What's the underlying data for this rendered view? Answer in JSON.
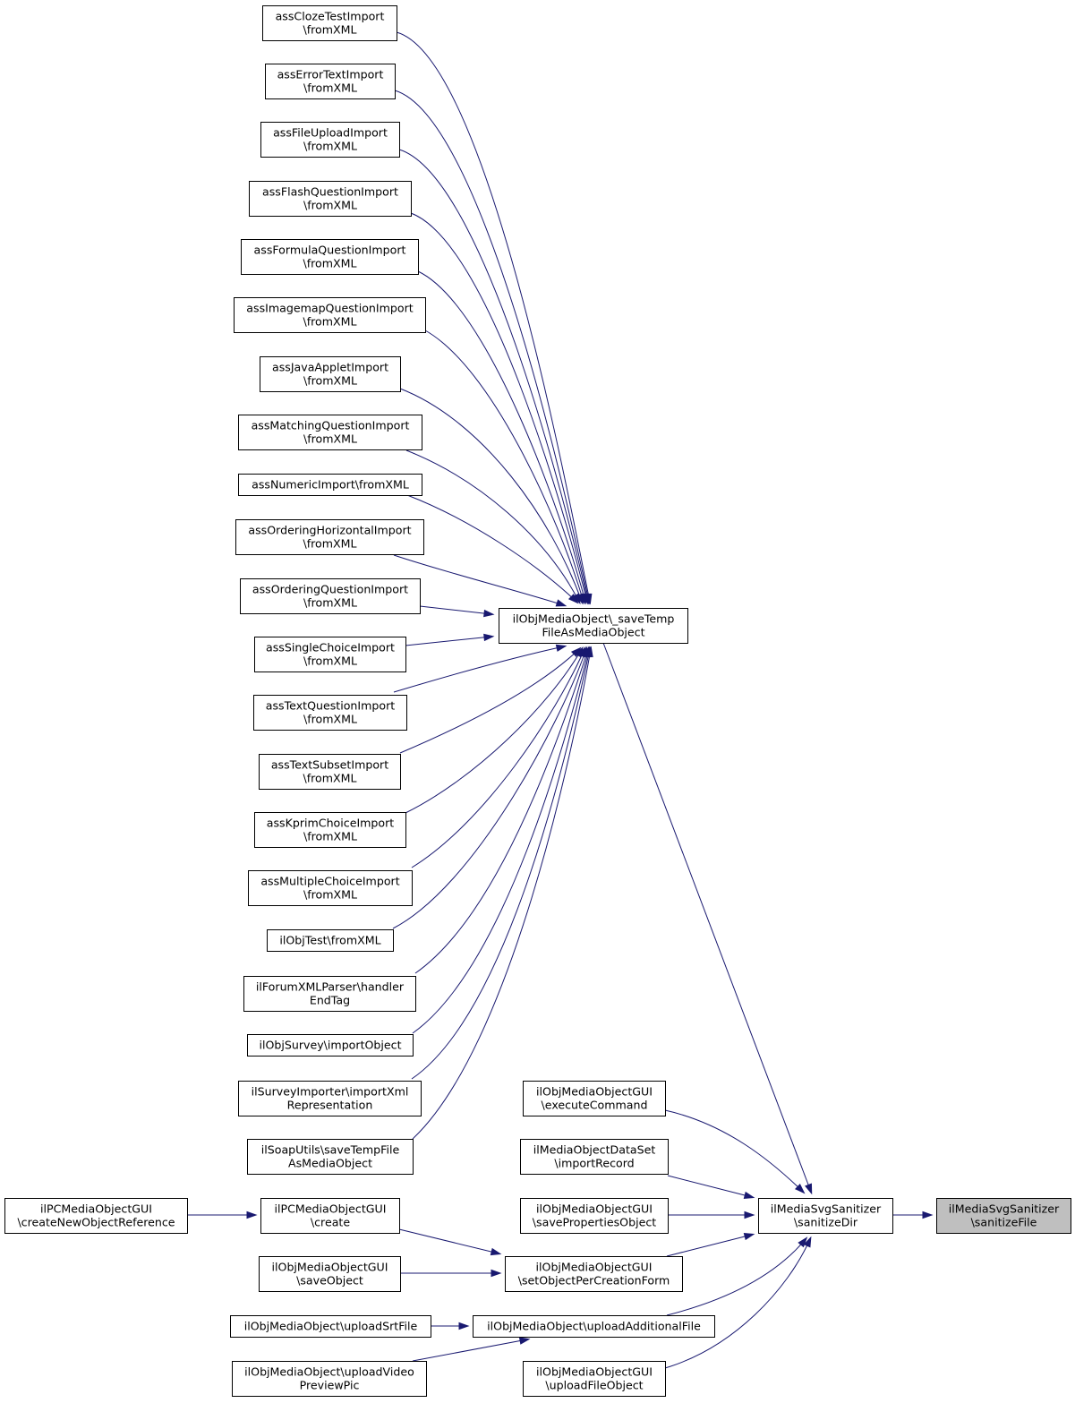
{
  "nodes": [
    {
      "id": "n_cloze",
      "lines": [
        "assClozeTestImport",
        "\\fromXML"
      ]
    },
    {
      "id": "n_errortext",
      "lines": [
        "assErrorTextImport",
        "\\fromXML"
      ]
    },
    {
      "id": "n_fileupload",
      "lines": [
        "assFileUploadImport",
        "\\fromXML"
      ]
    },
    {
      "id": "n_flash",
      "lines": [
        "assFlashQuestionImport",
        "\\fromXML"
      ]
    },
    {
      "id": "n_formula",
      "lines": [
        "assFormulaQuestionImport",
        "\\fromXML"
      ]
    },
    {
      "id": "n_imagemap",
      "lines": [
        "assImagemapQuestionImport",
        "\\fromXML"
      ]
    },
    {
      "id": "n_javaapplet",
      "lines": [
        "assJavaAppletImport",
        "\\fromXML"
      ]
    },
    {
      "id": "n_matching",
      "lines": [
        "assMatchingQuestionImport",
        "\\fromXML"
      ]
    },
    {
      "id": "n_numeric",
      "lines": [
        "assNumericImport\\fromXML"
      ]
    },
    {
      "id": "n_orderinghoriz",
      "lines": [
        "assOrderingHorizontalImport",
        "\\fromXML"
      ]
    },
    {
      "id": "n_ordering",
      "lines": [
        "assOrderingQuestionImport",
        "\\fromXML"
      ]
    },
    {
      "id": "n_singlechoice",
      "lines": [
        "assSingleChoiceImport",
        "\\fromXML"
      ]
    },
    {
      "id": "n_textquestion",
      "lines": [
        "assTextQuestionImport",
        "\\fromXML"
      ]
    },
    {
      "id": "n_textsubset",
      "lines": [
        "assTextSubsetImport",
        "\\fromXML"
      ]
    },
    {
      "id": "n_kprim",
      "lines": [
        "assKprimChoiceImport",
        "\\fromXML"
      ]
    },
    {
      "id": "n_multiplechoice",
      "lines": [
        "assMultipleChoiceImport",
        "\\fromXML"
      ]
    },
    {
      "id": "n_objtest",
      "lines": [
        "ilObjTest\\fromXML"
      ]
    },
    {
      "id": "n_forum",
      "lines": [
        "ilForumXMLParser\\handler",
        "EndTag"
      ]
    },
    {
      "id": "n_survey",
      "lines": [
        "ilObjSurvey\\importObject"
      ]
    },
    {
      "id": "n_surveyimporter",
      "lines": [
        "ilSurveyImporter\\importXml",
        "Representation"
      ]
    },
    {
      "id": "n_soap",
      "lines": [
        "ilSoapUtils\\saveTempFile",
        "AsMediaObject"
      ]
    },
    {
      "id": "n_savetemp",
      "lines": [
        "ilObjMediaObject\\_saveTemp",
        "FileAsMediaObject"
      ]
    },
    {
      "id": "n_executecmd",
      "lines": [
        "ilObjMediaObjectGUI",
        "\\executeCommand"
      ]
    },
    {
      "id": "n_importrecord",
      "lines": [
        "ilMediaObjectDataSet",
        "\\importRecord"
      ]
    },
    {
      "id": "n_saveprops",
      "lines": [
        "ilObjMediaObjectGUI",
        "\\savePropertiesObject"
      ]
    },
    {
      "id": "n_setperform",
      "lines": [
        "ilObjMediaObjectGUI",
        "\\setObjectPerCreationForm"
      ]
    },
    {
      "id": "n_uploadadditional",
      "lines": [
        "ilObjMediaObject\\uploadAdditionalFile"
      ]
    },
    {
      "id": "n_uploadfileobj",
      "lines": [
        "ilObjMediaObjectGUI",
        "\\uploadFileObject"
      ]
    },
    {
      "id": "n_pccreatenewref",
      "lines": [
        "ilPCMediaObjectGUI",
        "\\createNewObjectReference"
      ]
    },
    {
      "id": "n_pccreate",
      "lines": [
        "ilPCMediaObjectGUI",
        "\\create"
      ]
    },
    {
      "id": "n_saveobject",
      "lines": [
        "ilObjMediaObjectGUI",
        "\\saveObject"
      ]
    },
    {
      "id": "n_uploadsrt",
      "lines": [
        "ilObjMediaObject\\uploadSrtFile"
      ]
    },
    {
      "id": "n_uploadvideo",
      "lines": [
        "ilObjMediaObject\\uploadVideo",
        "PreviewPic"
      ]
    },
    {
      "id": "n_sanitizedir",
      "lines": [
        "ilMediaSvgSanitizer",
        "\\sanitizeDir"
      ]
    },
    {
      "id": "n_sanitizefile",
      "lines": [
        "ilMediaSvgSanitizer",
        "\\sanitizeFile"
      ],
      "focus": true
    }
  ],
  "edges": [
    {
      "from": "n_cloze",
      "to": "n_savetemp"
    },
    {
      "from": "n_errortext",
      "to": "n_savetemp"
    },
    {
      "from": "n_fileupload",
      "to": "n_savetemp"
    },
    {
      "from": "n_flash",
      "to": "n_savetemp"
    },
    {
      "from": "n_formula",
      "to": "n_savetemp"
    },
    {
      "from": "n_imagemap",
      "to": "n_savetemp"
    },
    {
      "from": "n_javaapplet",
      "to": "n_savetemp"
    },
    {
      "from": "n_matching",
      "to": "n_savetemp"
    },
    {
      "from": "n_numeric",
      "to": "n_savetemp"
    },
    {
      "from": "n_orderinghoriz",
      "to": "n_savetemp"
    },
    {
      "from": "n_ordering",
      "to": "n_savetemp"
    },
    {
      "from": "n_singlechoice",
      "to": "n_savetemp"
    },
    {
      "from": "n_textquestion",
      "to": "n_savetemp"
    },
    {
      "from": "n_textsubset",
      "to": "n_savetemp"
    },
    {
      "from": "n_kprim",
      "to": "n_savetemp"
    },
    {
      "from": "n_multiplechoice",
      "to": "n_savetemp"
    },
    {
      "from": "n_objtest",
      "to": "n_savetemp"
    },
    {
      "from": "n_forum",
      "to": "n_savetemp"
    },
    {
      "from": "n_survey",
      "to": "n_savetemp"
    },
    {
      "from": "n_surveyimporter",
      "to": "n_savetemp"
    },
    {
      "from": "n_soap",
      "to": "n_savetemp"
    },
    {
      "from": "n_savetemp",
      "to": "n_sanitizedir"
    },
    {
      "from": "n_executecmd",
      "to": "n_sanitizedir"
    },
    {
      "from": "n_importrecord",
      "to": "n_sanitizedir"
    },
    {
      "from": "n_saveprops",
      "to": "n_sanitizedir"
    },
    {
      "from": "n_setperform",
      "to": "n_sanitizedir"
    },
    {
      "from": "n_uploadadditional",
      "to": "n_sanitizedir"
    },
    {
      "from": "n_uploadfileobj",
      "to": "n_sanitizedir"
    },
    {
      "from": "n_pccreatenewref",
      "to": "n_pccreate"
    },
    {
      "from": "n_pccreate",
      "to": "n_setperform"
    },
    {
      "from": "n_saveobject",
      "to": "n_setperform"
    },
    {
      "from": "n_uploadsrt",
      "to": "n_uploadadditional"
    },
    {
      "from": "n_uploadvideo",
      "to": "n_uploadadditional"
    },
    {
      "from": "n_sanitizedir",
      "to": "n_sanitizefile"
    }
  ]
}
